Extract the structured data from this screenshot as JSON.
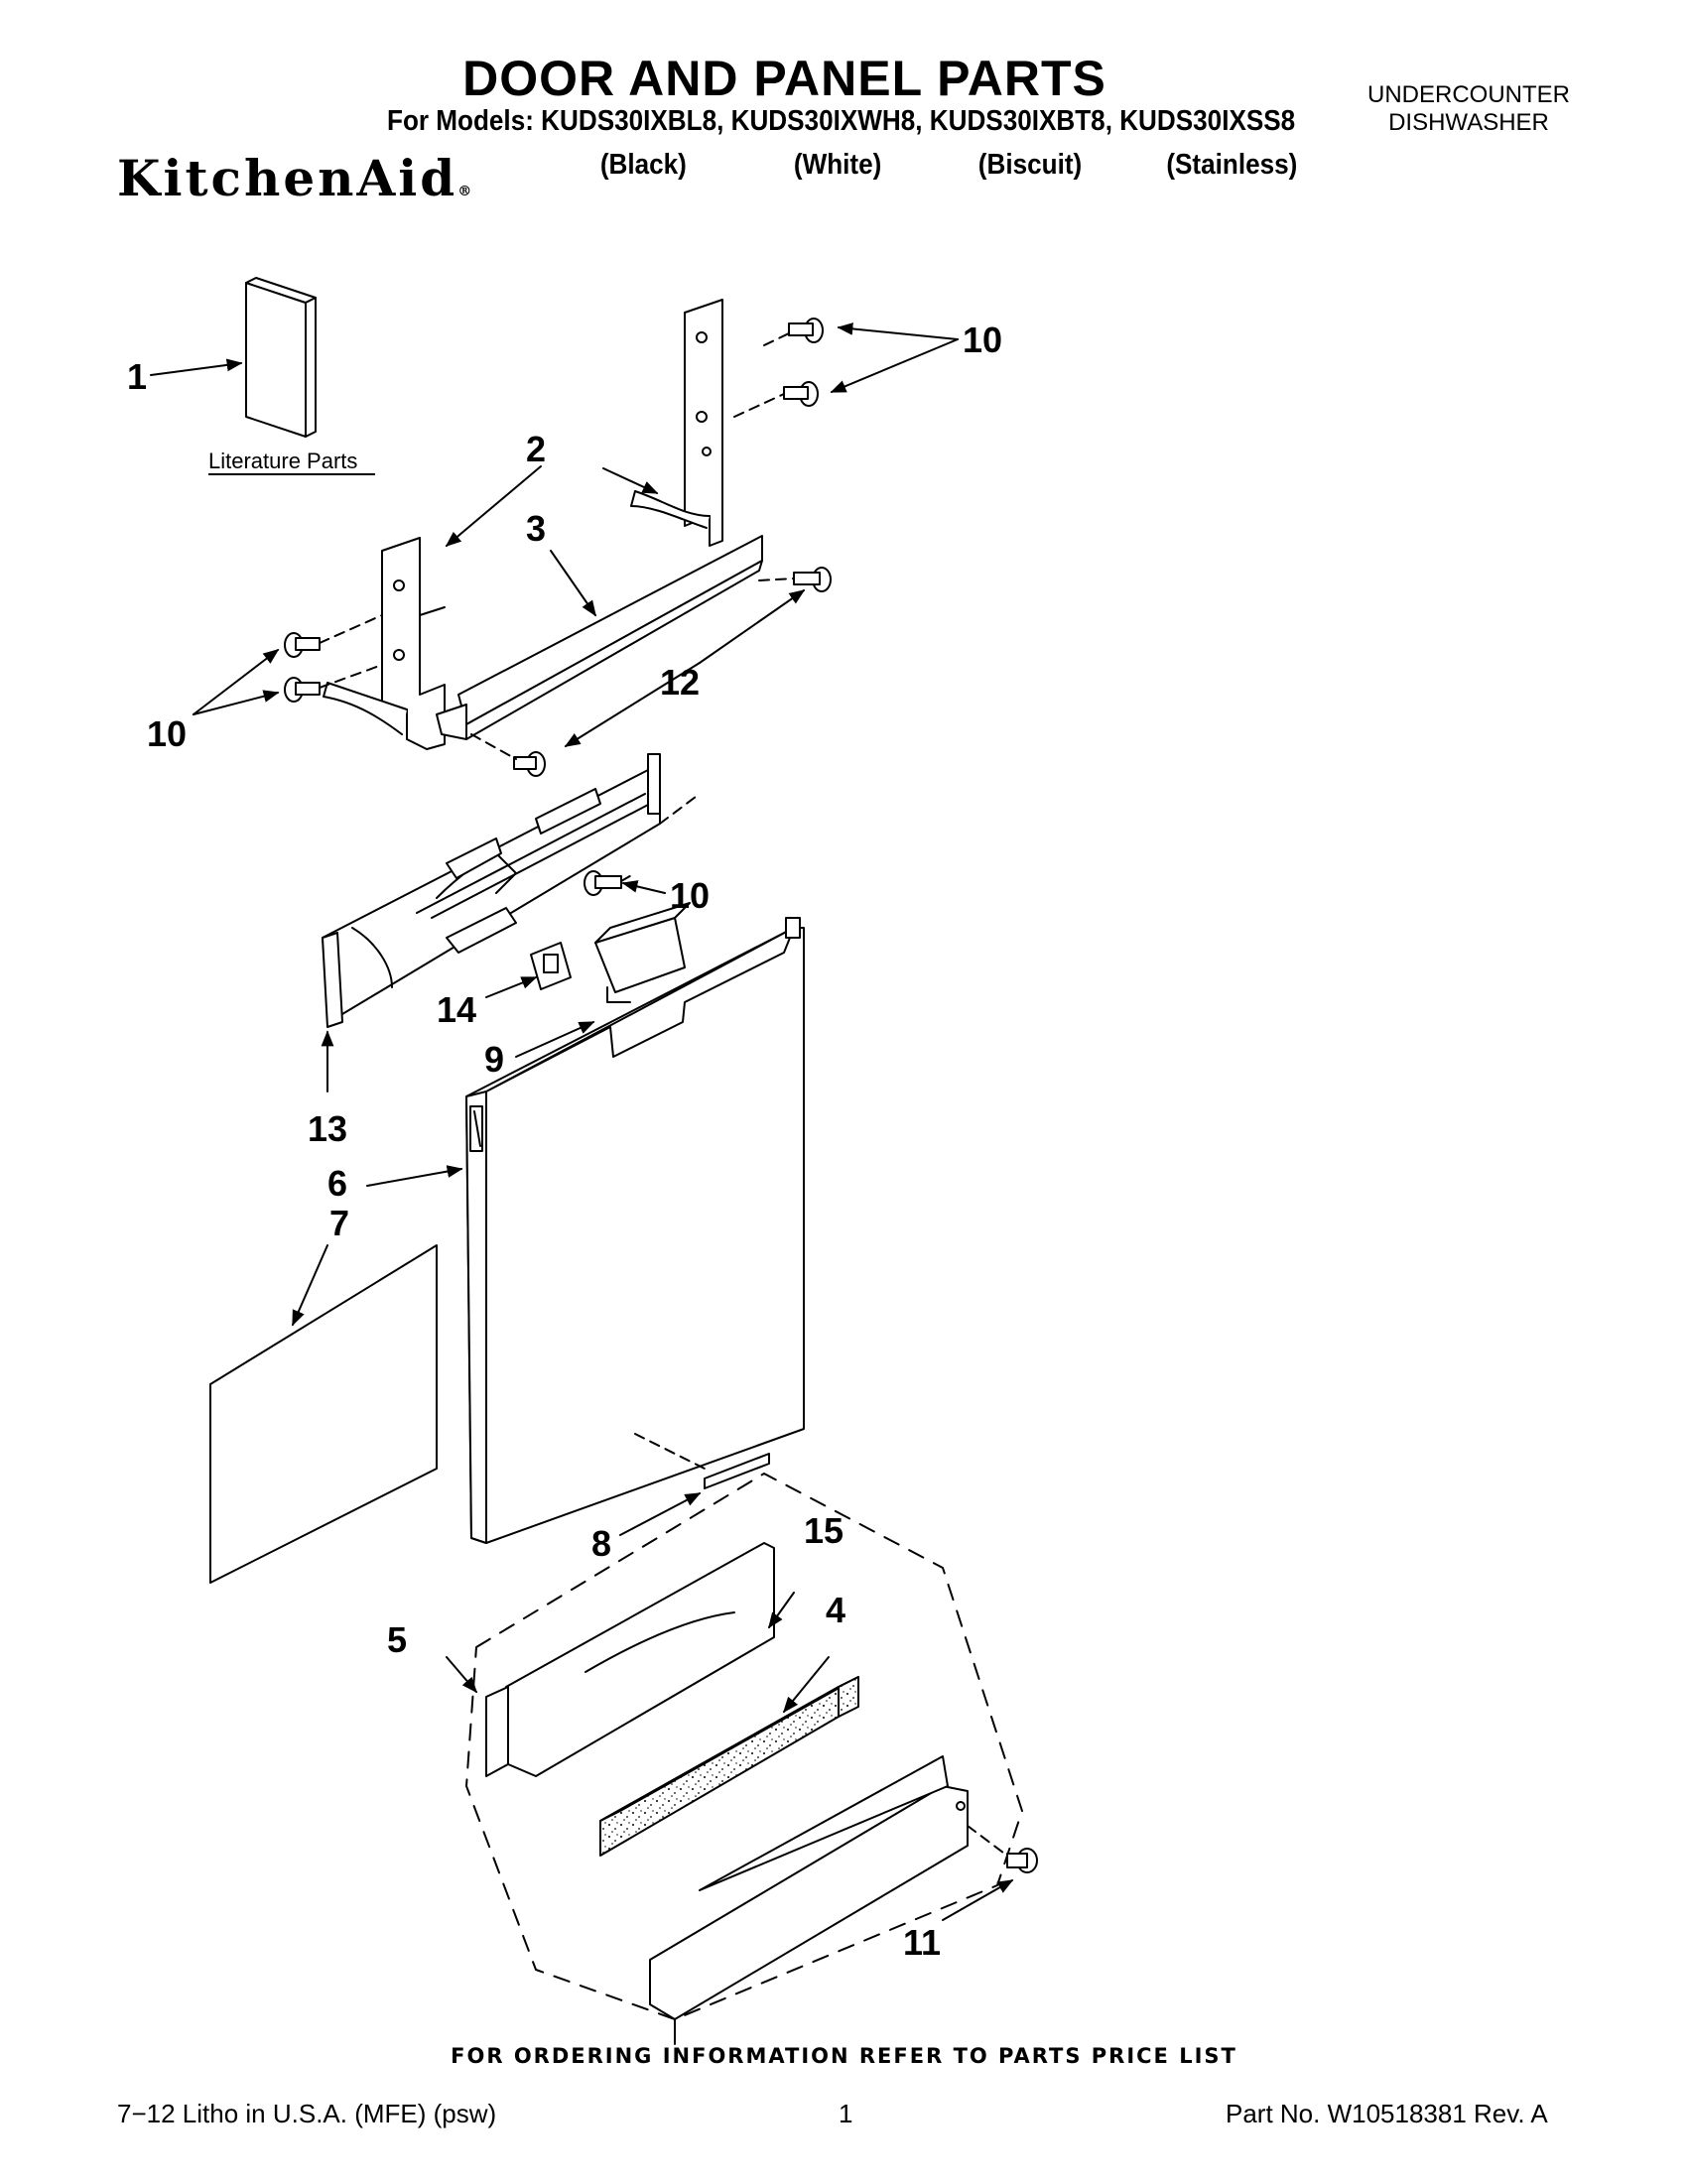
{
  "header": {
    "title": "DOOR AND PANEL PARTS",
    "models_line": "For Models: KUDS30IXBL8, KUDS30IXWH8, KUDS30IXBT8, KUDS30IXSS8",
    "colors": [
      "(Black)",
      "(White)",
      "(Biscuit)",
      "(Stainless)"
    ],
    "appliance_type_line1": "UNDERCOUNTER",
    "appliance_type_line2": "DISHWASHER",
    "brand": "KitchenAid",
    "brand_reg": "®"
  },
  "diagram": {
    "literature_label": "Literature Parts",
    "callouts": {
      "c1": "1",
      "c2": "2",
      "c3": "3",
      "c4": "4",
      "c5": "5",
      "c6": "6",
      "c7": "7",
      "c8": "8",
      "c9": "9",
      "c10a": "10",
      "c10b": "10",
      "c10c": "10",
      "c11": "11",
      "c12": "12",
      "c13": "13",
      "c14": "14",
      "c15": "15"
    }
  },
  "footer": {
    "ordering_info": "FOR ORDERING INFORMATION REFER TO PARTS PRICE LIST",
    "litho": "7−12 Litho in U.S.A. (MFE) (psw)",
    "page_number": "1",
    "part_number": "Part No. W10518381 Rev. A"
  }
}
